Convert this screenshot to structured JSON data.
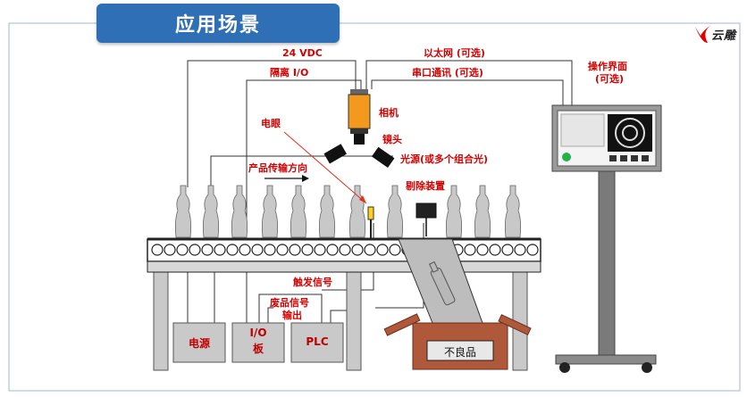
{
  "title": "应用场景",
  "logo": {
    "text": "云雕",
    "icon": "red-swoosh-logo-icon"
  },
  "labels": {
    "power_24v": "24 VDC",
    "isolated_io": "隔离 I/O",
    "ethernet": "以太网 (可选)",
    "serial": "串口通讯 (可选)",
    "hmi_line1": "操作界面",
    "hmi_line2": "(可选)",
    "camera": "相机",
    "photo_eye": "电眼",
    "lens": "镜头",
    "light": "光源(或多个组合光)",
    "direction": "产品传输方向",
    "reject_device": "剔除装置",
    "trigger_signal": "触发信号",
    "bad_signal_line1": "废品信号",
    "bad_signal_line2": "输出"
  },
  "boxes": {
    "power": "电源",
    "io_line1": "I/O",
    "io_line2": "板",
    "plc": "PLC",
    "reject_bin": "不良品"
  },
  "colors": {
    "title_bg": "#2f6fb6",
    "label_red": "#d40000",
    "camera_orange": "#f39a1e",
    "bin_brown": "#b0583a",
    "device_gray": "#c9c9c9"
  }
}
